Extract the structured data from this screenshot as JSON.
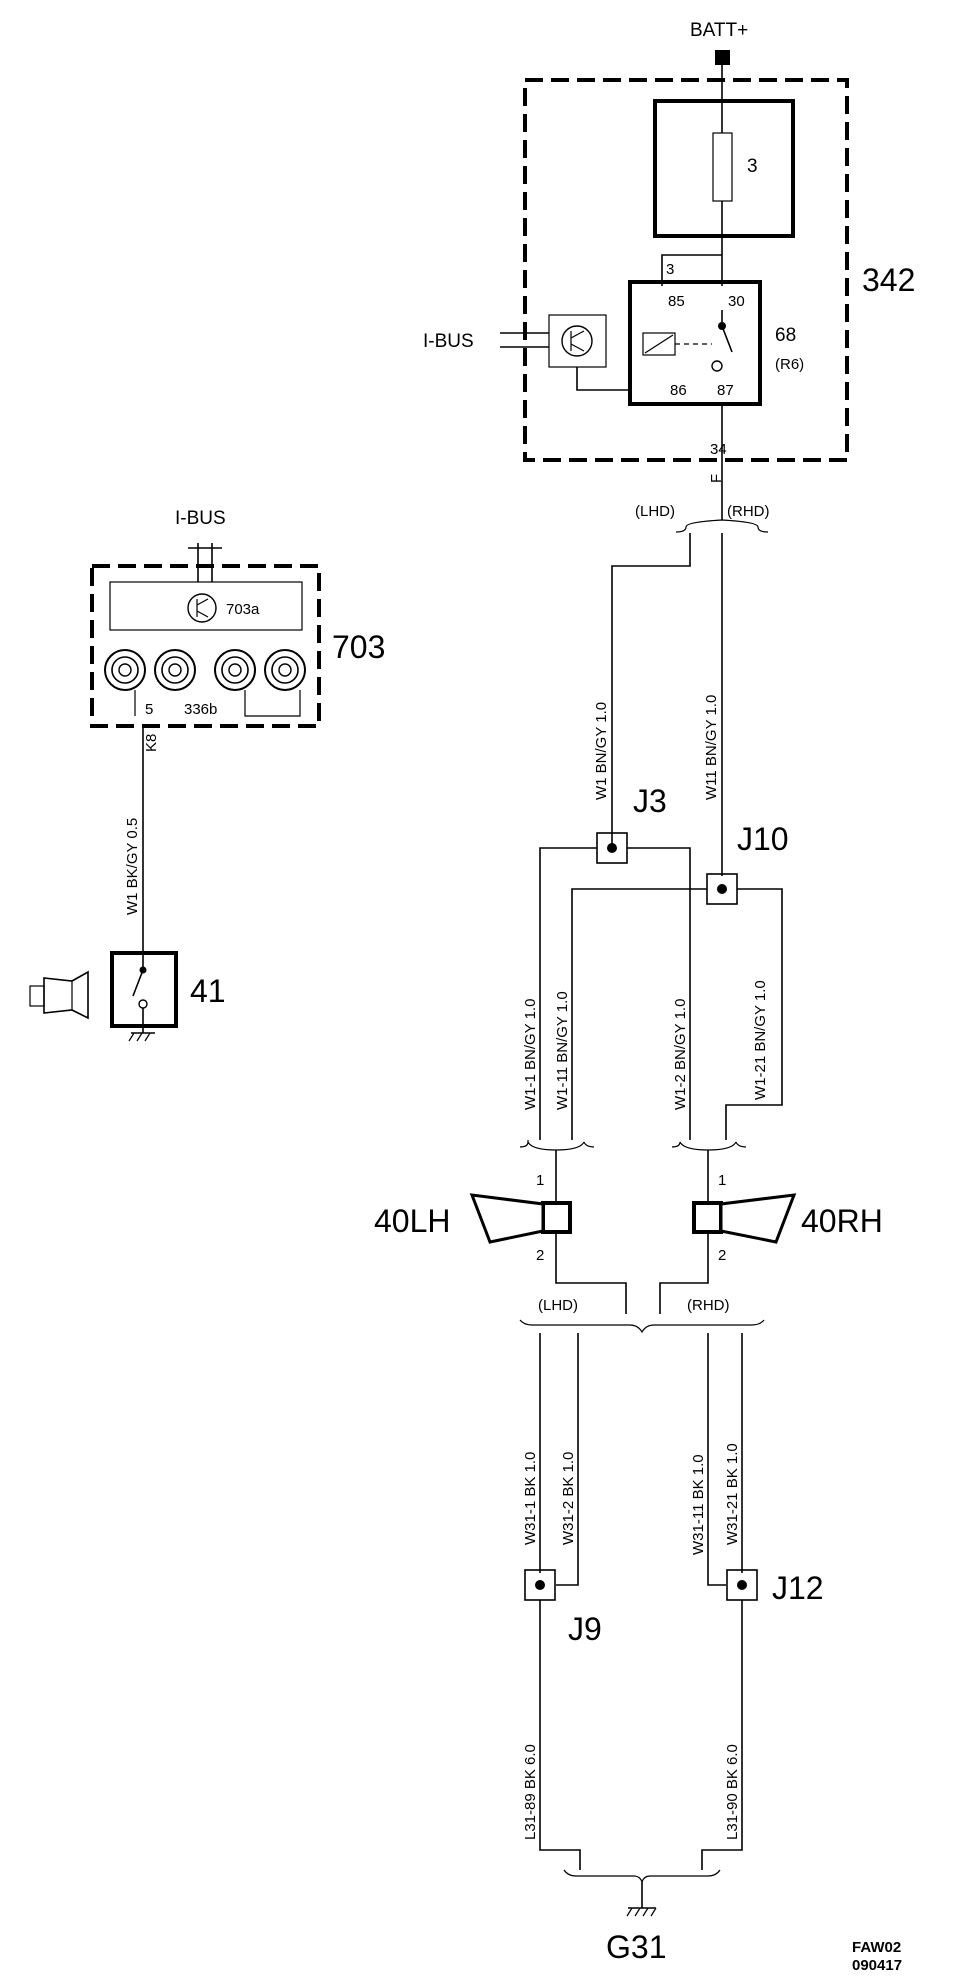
{
  "power": {
    "source": "BATT+",
    "fuse_number": "3",
    "box_id": "342"
  },
  "relay": {
    "id": "68",
    "sub_id": "(R6)",
    "pin_85": "85",
    "pin_86": "86",
    "pin_30": "30",
    "pin_87": "87",
    "feed_pin": "3",
    "output_pin": "34",
    "output_conn": "F"
  },
  "bus": {
    "relay_side": "I-BUS",
    "module_side": "I-BUS"
  },
  "module": {
    "id": "703",
    "sub_id": "703a",
    "clock_spring": "336b",
    "pin": "5",
    "conn": "K8"
  },
  "variants": {
    "lhd": "(LHD)",
    "rhd": "(RHD)"
  },
  "wires": {
    "horn_switch": "W1  BK/GY  0.5",
    "w1_lhd": "W1  BN/GY  1.0",
    "w11_rhd": "W11  BN/GY  1.0",
    "w1_1": "W1-1  BN/GY  1.0",
    "w1_11": "W1-11  BN/GY  1.0",
    "w1_2": "W1-2  BN/GY  1.0",
    "w1_21": "W1-21  BN/GY  1.0",
    "w31_1": "W31-1  BK  1.0",
    "w31_2": "W31-2  BK  1.0",
    "w31_11": "W31-11  BK  1.0",
    "w31_21": "W31-21  BK  1.0",
    "l31_89": "L31-89  BK  6.0",
    "l31_90": "L31-90  BK  6.0"
  },
  "junctions": {
    "j3": "J3",
    "j10": "J10",
    "j9": "J9",
    "j12": "J12"
  },
  "components": {
    "horn_switch": "41",
    "horn_left": "40LH",
    "horn_right": "40RH",
    "horn_pin_1": "1",
    "horn_pin_2": "2",
    "ground": "G31"
  },
  "footer": {
    "code": "FAW02",
    "date": "090417"
  }
}
